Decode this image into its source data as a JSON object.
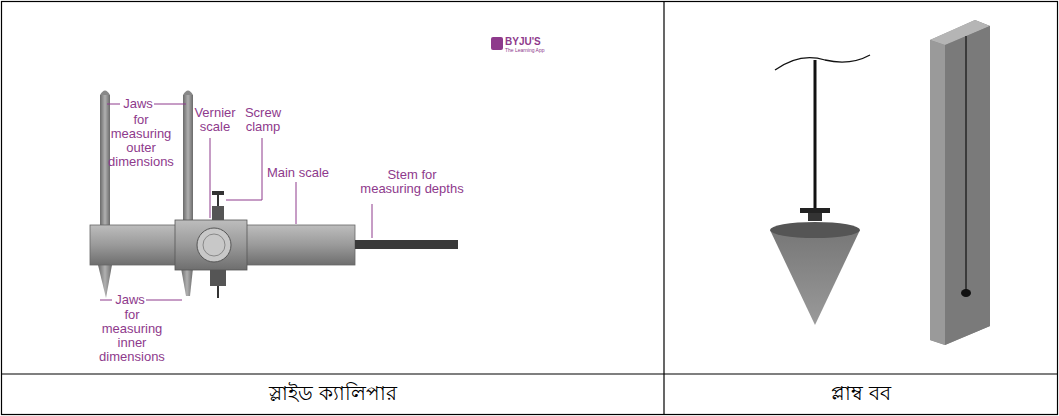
{
  "diagram": {
    "labels": [
      "BYJU'S",
      "The Learning App",
      "Jaws",
      "for measuring outer dimensions",
      "Vernier scale",
      "Screw clamp",
      "Main scale",
      "Stem for measuring depths",
      "Jaws",
      "for measuring inner dimensions",
      "স্লাইড ক্যালিপার",
      "প্লাম্ব বব"
    ]
  }
}
